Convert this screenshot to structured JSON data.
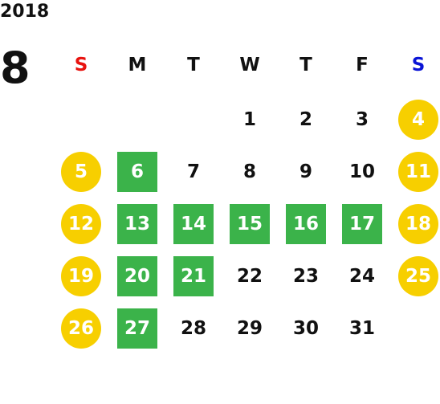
{
  "year": "2018",
  "month": "8",
  "colors": {
    "sunday_header": "#e8130f",
    "saturday_header": "#0a14d6",
    "weekend_circle": "#f7cf00",
    "highlight_square": "#3bb34a",
    "text": "#111111"
  },
  "weekdays": [
    {
      "label": "S",
      "color": "#e8130f"
    },
    {
      "label": "M",
      "color": "#111111"
    },
    {
      "label": "T",
      "color": "#111111"
    },
    {
      "label": "W",
      "color": "#111111"
    },
    {
      "label": "T",
      "color": "#111111"
    },
    {
      "label": "F",
      "color": "#111111"
    },
    {
      "label": "S",
      "color": "#0a14d6"
    }
  ],
  "first_day_column": 3,
  "days": [
    {
      "label": "1",
      "style": "plain"
    },
    {
      "label": "2",
      "style": "plain"
    },
    {
      "label": "3",
      "style": "plain"
    },
    {
      "label": "4",
      "style": "weekend"
    },
    {
      "label": "5",
      "style": "weekend"
    },
    {
      "label": "6",
      "style": "highlight"
    },
    {
      "label": "7",
      "style": "plain"
    },
    {
      "label": "8",
      "style": "plain"
    },
    {
      "label": "9",
      "style": "plain"
    },
    {
      "label": "10",
      "style": "plain"
    },
    {
      "label": "11",
      "style": "weekend"
    },
    {
      "label": "12",
      "style": "weekend"
    },
    {
      "label": "13",
      "style": "highlight"
    },
    {
      "label": "14",
      "style": "highlight"
    },
    {
      "label": "15",
      "style": "highlight"
    },
    {
      "label": "16",
      "style": "highlight"
    },
    {
      "label": "17",
      "style": "highlight"
    },
    {
      "label": "18",
      "style": "weekend"
    },
    {
      "label": "19",
      "style": "weekend"
    },
    {
      "label": "20",
      "style": "highlight"
    },
    {
      "label": "21",
      "style": "highlight"
    },
    {
      "label": "22",
      "style": "plain"
    },
    {
      "label": "23",
      "style": "plain"
    },
    {
      "label": "24",
      "style": "plain"
    },
    {
      "label": "25",
      "style": "weekend"
    },
    {
      "label": "26",
      "style": "weekend"
    },
    {
      "label": "27",
      "style": "highlight"
    },
    {
      "label": "28",
      "style": "plain"
    },
    {
      "label": "29",
      "style": "plain"
    },
    {
      "label": "30",
      "style": "plain"
    },
    {
      "label": "31",
      "style": "plain"
    }
  ]
}
